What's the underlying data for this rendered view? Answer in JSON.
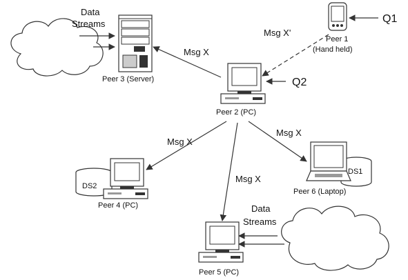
{
  "nodes": {
    "peer1": {
      "name_line1": "Peer 1",
      "name_line2": "(Hand held)"
    },
    "peer2": {
      "name": "Peer 2 (PC)"
    },
    "peer3": {
      "name": "Peer 3 (Server)"
    },
    "peer4": {
      "name": "Peer 4 (PC)",
      "store": "DS2"
    },
    "peer5": {
      "name": "Peer 5 (PC)"
    },
    "peer6": {
      "name": "Peer 6 (Laptop)",
      "store": "DS1"
    }
  },
  "queries": {
    "q1": "Q1",
    "q2": "Q2"
  },
  "messages": {
    "p1_to_p2": "Msg X'",
    "p2_to_p3": "Msg X",
    "p2_to_p4": "Msg X",
    "p2_to_p5": "Msg X",
    "p2_to_p6": "Msg X"
  },
  "streams": {
    "left_line1": "Data",
    "left_line2": "Streams",
    "right_line1": "Data",
    "right_line2": "Streams"
  },
  "colors": {
    "line": "#333333",
    "device_fill": "#ffffff",
    "screen_fill": "#ffffff"
  }
}
